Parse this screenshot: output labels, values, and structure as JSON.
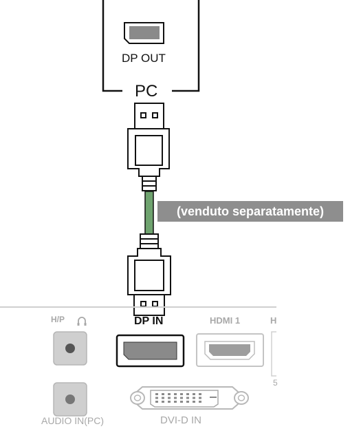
{
  "pc": {
    "port_label": "DP OUT",
    "device_label": "PC"
  },
  "cable": {
    "note": "(venduto separatamente)"
  },
  "monitor": {
    "ports": {
      "headphone": "H/P",
      "dp_in": "DP IN",
      "hdmi1": "HDMI 1",
      "hdmi_partial": "HI",
      "partial_digit": "5",
      "audio_in": "AUDIO IN(PC)",
      "dvi": "DVI-D IN"
    }
  },
  "colors": {
    "line": "#111111",
    "port_gray": "#a8a8a8",
    "badge": "#8e8e8e",
    "cable_green": "#6fa36f"
  }
}
